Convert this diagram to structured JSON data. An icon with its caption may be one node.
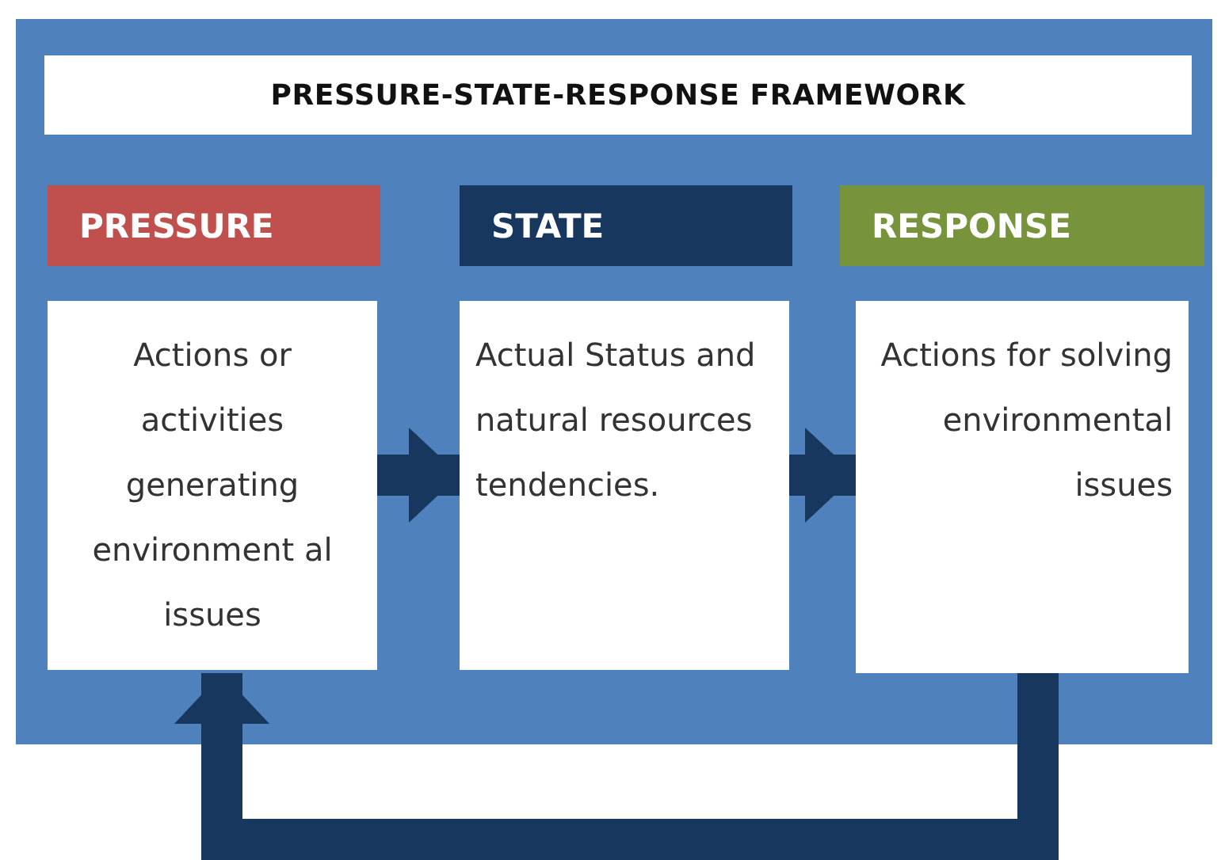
{
  "diagram": {
    "title": "PRESSURE-STATE-RESPONSE FRAMEWORK",
    "nodes": [
      {
        "text": [],
        "shape": "box"
      },
      {
        "text": [
          "PRESSURE"
        ],
        "in": 0
      },
      {
        "text": [
          "STATE"
        ],
        "in": 0
      },
      {
        "text": [
          "RESPONSE"
        ],
        "in": 0
      },
      {
        "text": [
          "Actions or activities generating environment al issues"
        ],
        "in": 0
      },
      {
        "text": [
          "Actual Status and natural resources tendencies."
        ],
        "in": 0
      },
      {
        "text": [
          "Actions for solving environmental issues"
        ],
        "in": 0
      }
    ],
    "edges": [
      {
        "from": 4,
        "to": 5,
        "arrow": "to"
      },
      {
        "from": 5,
        "to": 6,
        "arrow": "to"
      },
      {
        "from": 6,
        "to": 4,
        "arrow": "to"
      }
    ]
  }
}
